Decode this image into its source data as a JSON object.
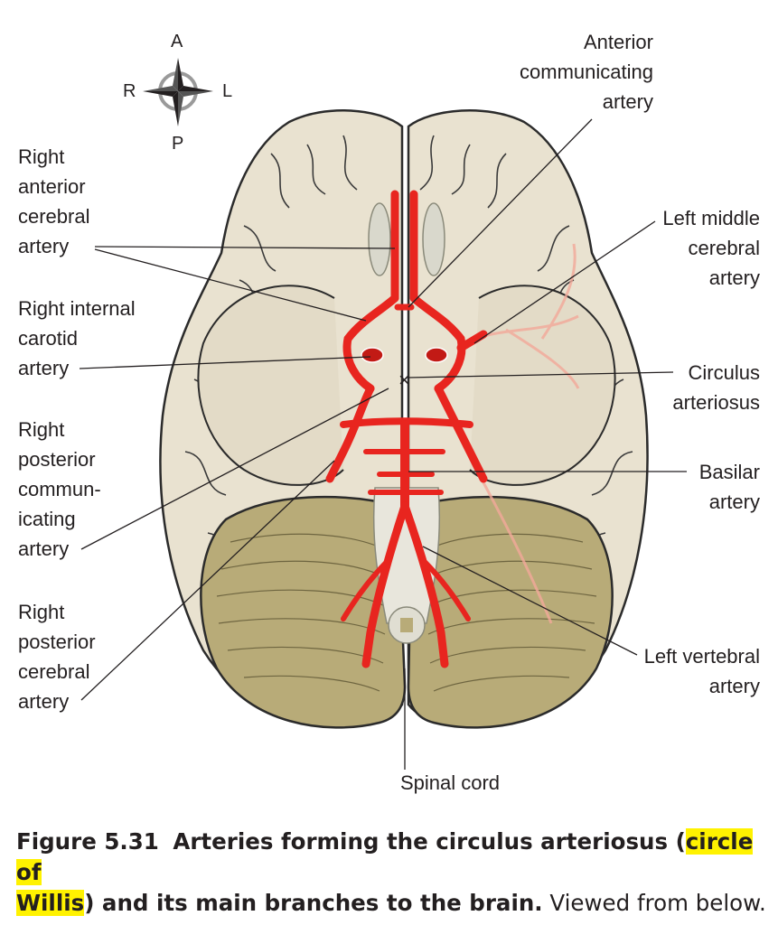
{
  "compass": {
    "north": "A",
    "south": "P",
    "west": "R",
    "east": "L"
  },
  "labels": {
    "anterior_communicating": [
      "Anterior",
      "communicating",
      "artery"
    ],
    "right_anterior_cerebral": [
      "Right",
      "anterior",
      "cerebral",
      "artery"
    ],
    "left_middle_cerebral": [
      "Left middle",
      "cerebral",
      "artery"
    ],
    "right_internal_carotid": [
      "Right internal",
      "carotid",
      "artery"
    ],
    "circulus_arteriosus": [
      "Circulus",
      "arteriosus"
    ],
    "right_posterior_communicating": [
      "Right",
      "posterior",
      "commun-",
      "icating",
      "artery"
    ],
    "basilar": [
      "Basilar",
      "artery"
    ],
    "right_posterior_cerebral": [
      "Right",
      "posterior",
      "cerebral",
      "artery"
    ],
    "left_vertebral": [
      "Left vertebral",
      "artery"
    ],
    "spinal_cord": "Spinal cord"
  },
  "caption": {
    "figure": "Figure 5.31",
    "title_a": "Arteries forming the circulus arteriosus (",
    "highlight_1": "circle of",
    "highlight_2": "Willis",
    "title_b": ") and its main branches to the brain.",
    "note": "Viewed from below."
  },
  "colors": {
    "artery": "#e8251f",
    "brain": "#e9e2d0",
    "cerebellum": "#b8ab78",
    "outline": "#2b2b2b",
    "highlight": "#fff200"
  }
}
